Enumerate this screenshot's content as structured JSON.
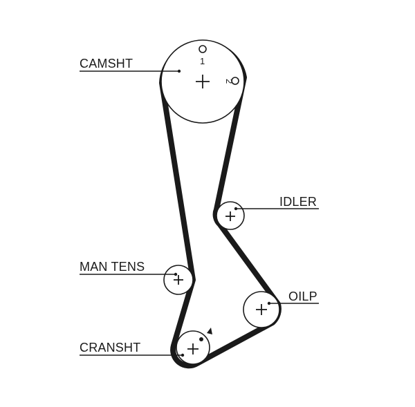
{
  "labels": {
    "camshaft": "CAMSHT",
    "idler": "IDLER",
    "manual_tensioner": "MAN TENS",
    "oil_pump": "OILP",
    "crankshaft": "CRANSHT"
  },
  "timing_marks": {
    "mark_1": "1",
    "mark_2": "2"
  },
  "colors": {
    "ink": "#1a1a1a",
    "background": "#ffffff"
  }
}
